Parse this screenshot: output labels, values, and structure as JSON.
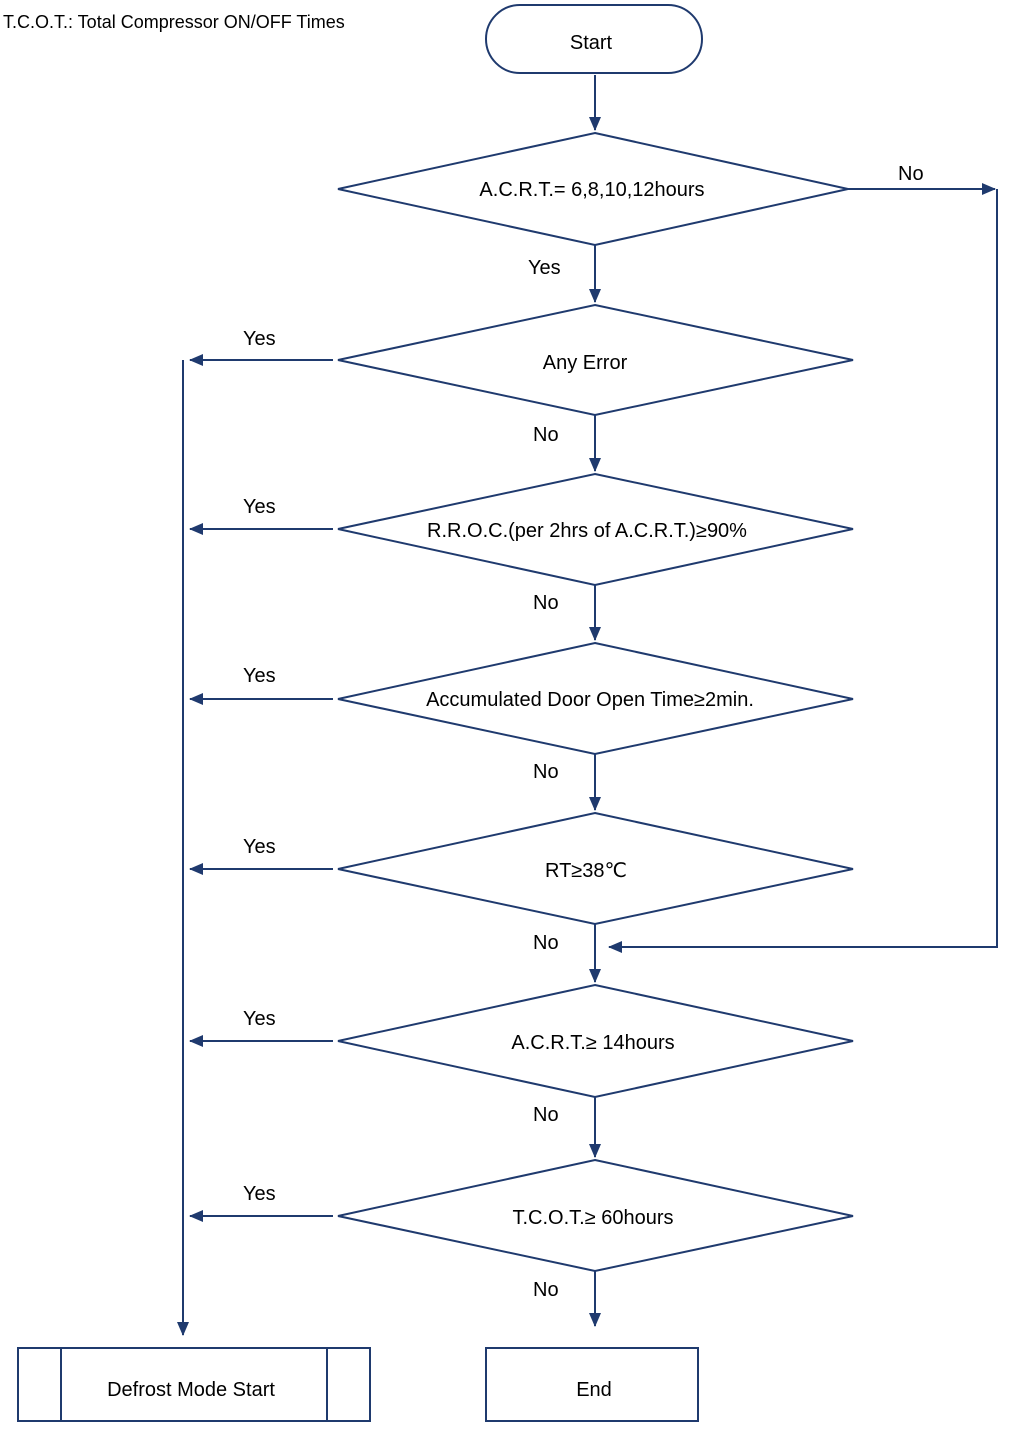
{
  "note": "T.C.O.T.: Total Compressor ON/OFF Times",
  "colors": {
    "stroke": "#1f3a6e",
    "text": "#000000",
    "background": "#ffffff"
  },
  "nodes": {
    "start": "Start",
    "d1": "A.C.R.T.= 6,8,10,12hours",
    "d2": "Any Error",
    "d3": "R.R.O.C.(per 2hrs of  A.C.R.T.)≥90%",
    "d4": "Accumulated Door Open Time≥2min.",
    "d5": "RT≥38℃",
    "d6": "A.C.R.T.≥ 14hours",
    "d7": "T.C.O.T.≥ 60hours",
    "defrost": "Defrost Mode Start",
    "end": "End"
  },
  "edge_labels": {
    "d1_no": "No",
    "d1_yes": "Yes",
    "d2_yes": "Yes",
    "d2_no": "No",
    "d3_yes": "Yes",
    "d3_no": "No",
    "d4_yes": "Yes",
    "d4_no": "No",
    "d5_yes": "Yes",
    "d5_no": "No",
    "d6_yes": "Yes",
    "d6_no": "No",
    "d7_yes": "Yes",
    "d7_no": "No"
  }
}
